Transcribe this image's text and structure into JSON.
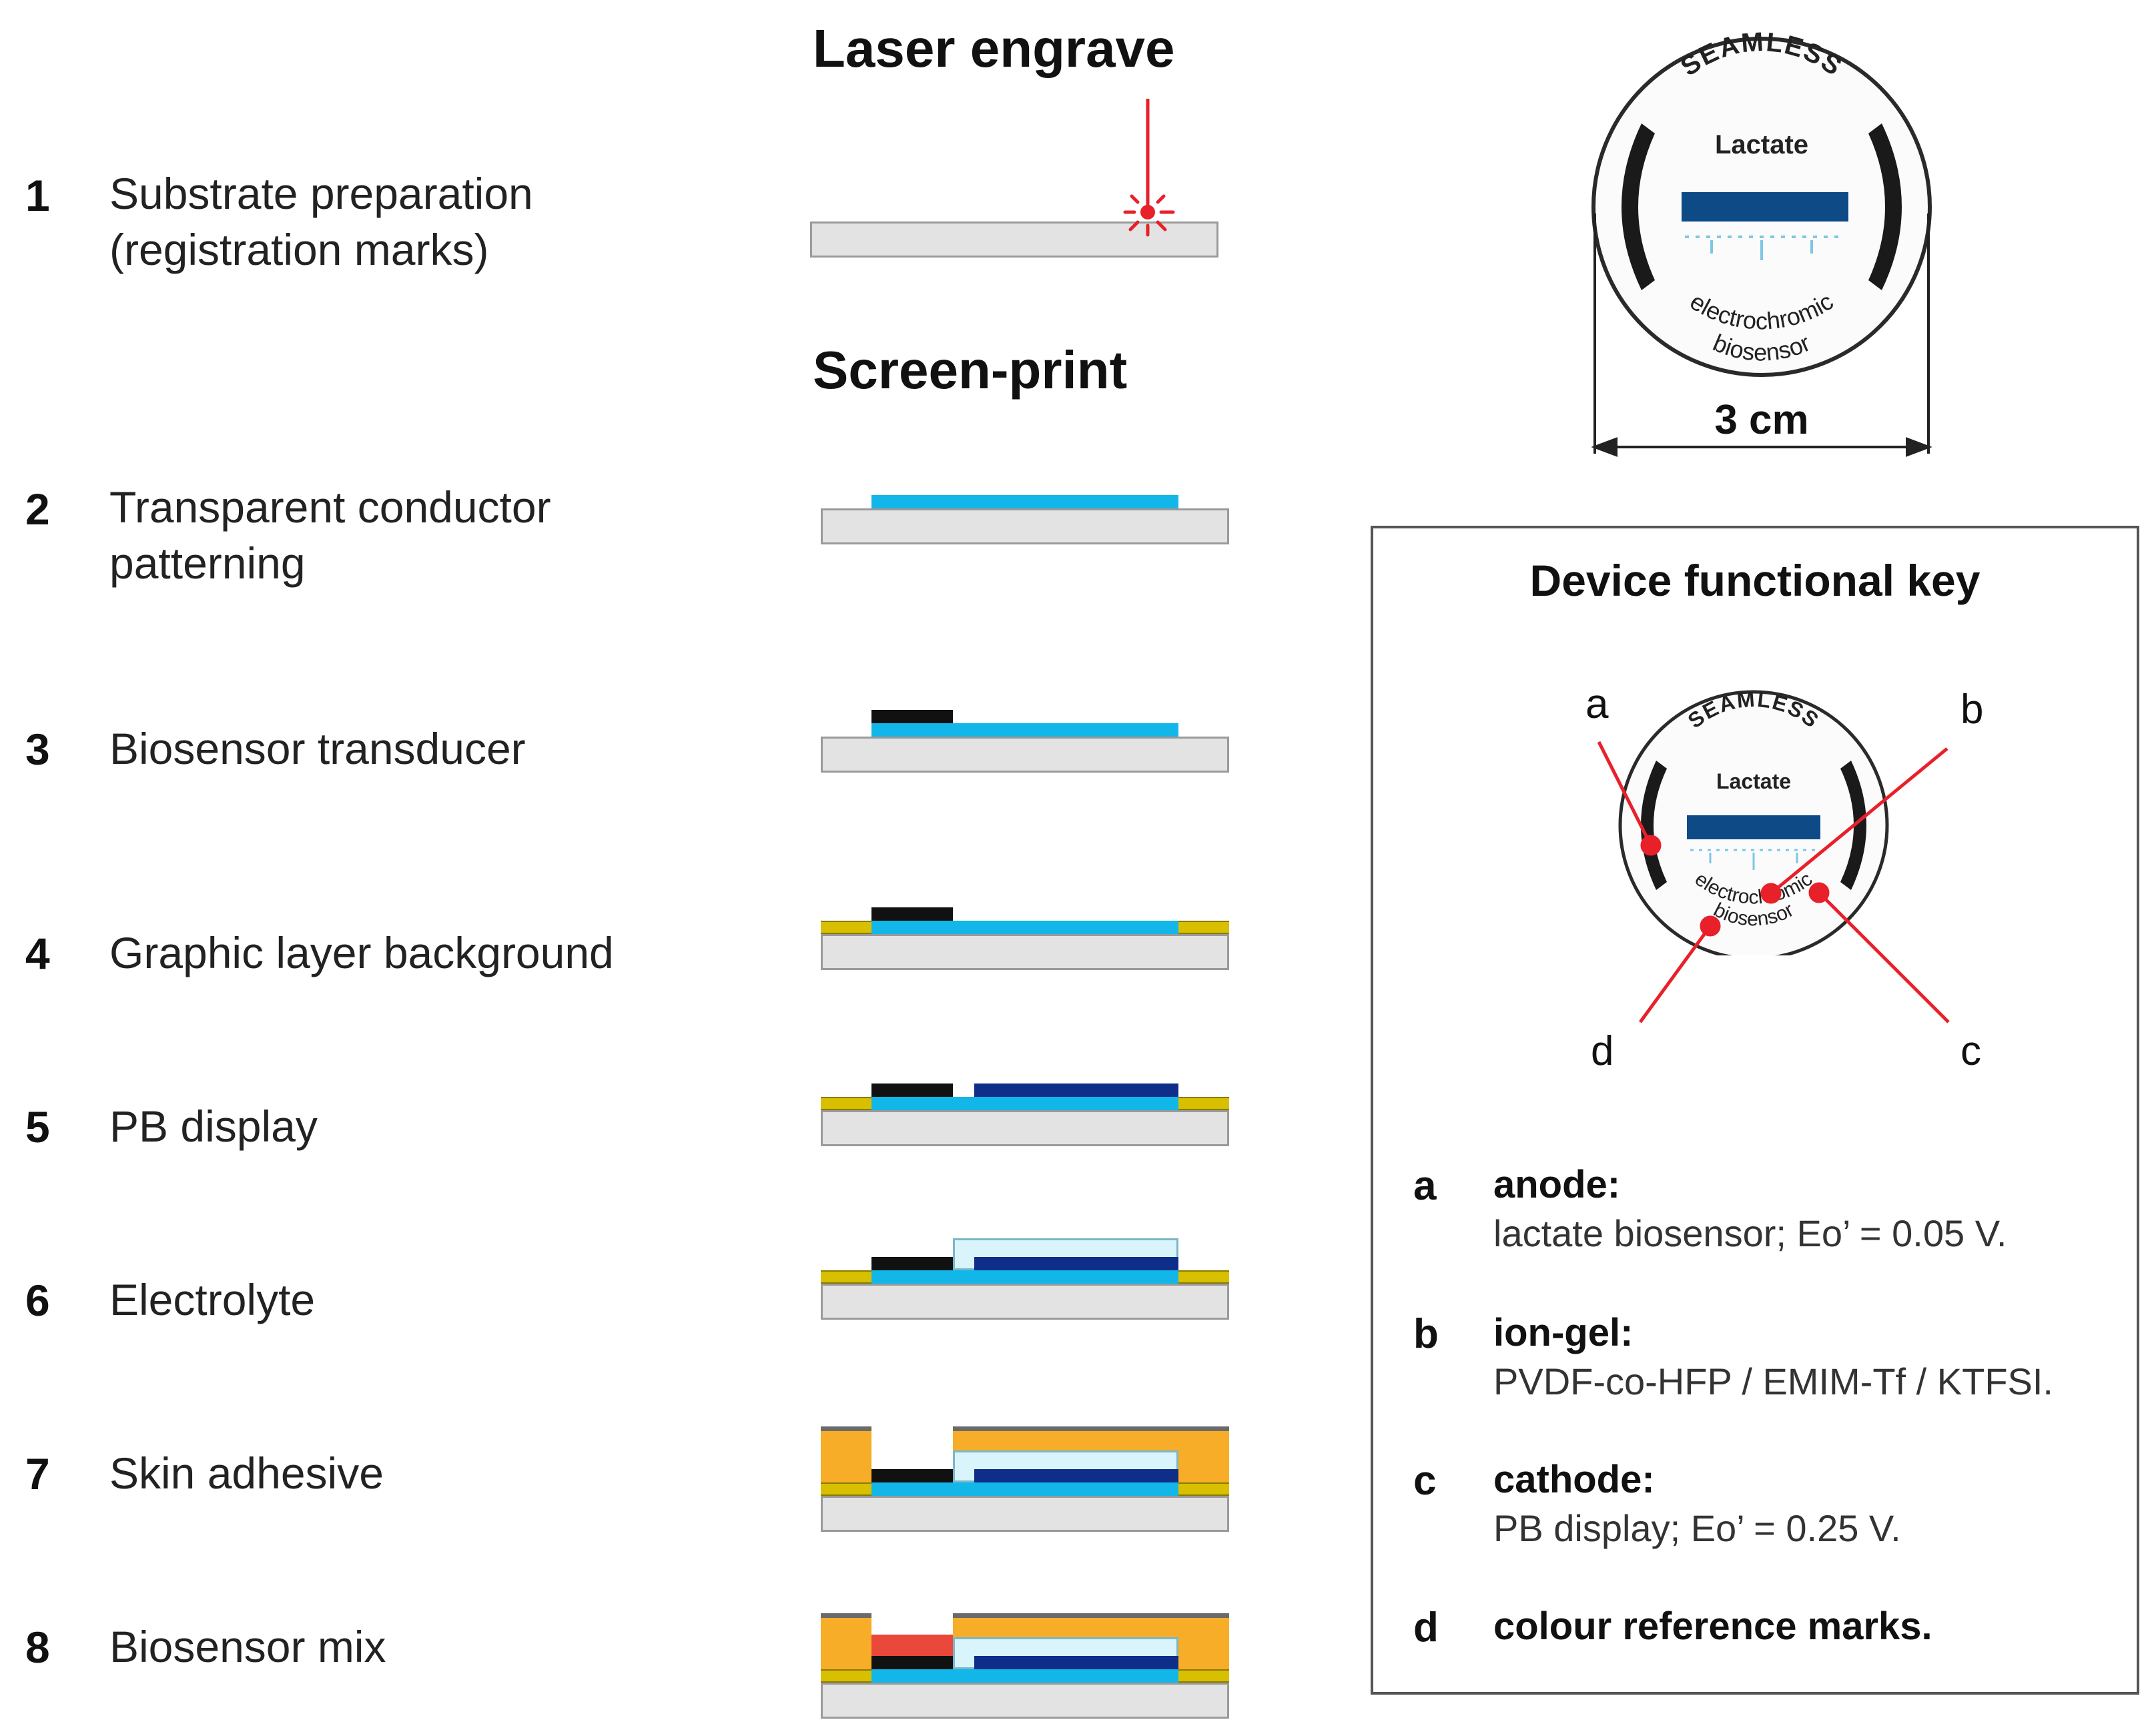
{
  "sections": {
    "laser_title": "Laser engrave",
    "screen_title": "Screen-print"
  },
  "steps": [
    {
      "num": "1",
      "label": "Substrate preparation\n(registration marks)"
    },
    {
      "num": "2",
      "label": "Transparent conductor\npatterning"
    },
    {
      "num": "3",
      "label": "Biosensor transducer"
    },
    {
      "num": "4",
      "label": "Graphic layer background"
    },
    {
      "num": "5",
      "label": "PB display"
    },
    {
      "num": "6",
      "label": "Electrolyte"
    },
    {
      "num": "7",
      "label": "Skin adhesive"
    },
    {
      "num": "8",
      "label": "Biosensor mix"
    }
  ],
  "device": {
    "brand": "SEAMLESS",
    "analyte": "Lactate",
    "arc_line1": "electrochromic",
    "arc_line2": "biosensor",
    "dimension": "3 cm"
  },
  "key": {
    "title": "Device functional key",
    "callouts": {
      "a": "a",
      "b": "b",
      "c": "c",
      "d": "d"
    },
    "items": [
      {
        "letter": "a",
        "term": "anode:",
        "desc": "lactate biosensor; Eo’ = 0.05 V."
      },
      {
        "letter": "b",
        "term": "ion-gel:",
        "desc": "PVDF-co-HFP / EMIM-Tf / KTFSI."
      },
      {
        "letter": "c",
        "term": "cathode:",
        "desc": "PB display; Eo’ = 0.25 V."
      },
      {
        "letter": "d",
        "term": "colour reference marks.",
        "desc": ""
      }
    ]
  },
  "colors": {
    "laser": "#e8202a",
    "transparent_conductor": "#13b6e8",
    "biosensor_transducer": "#111111",
    "graphic_layer": "#d8c000",
    "pb_display": "#0f2e8a",
    "electrolyte": "#d9f4fb",
    "skin_adhesive": "#f7ad28",
    "biosensor_mix": "#e9483b",
    "substrate": "#e3e3e3"
  }
}
